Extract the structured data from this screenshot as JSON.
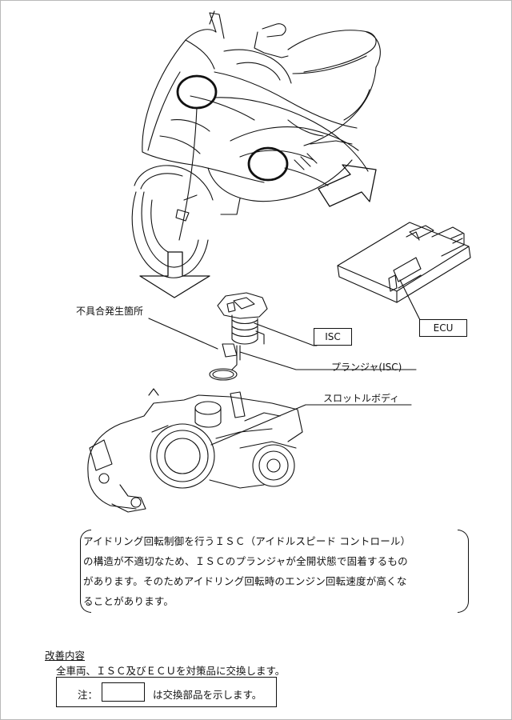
{
  "labels": {
    "defect": "不具合発生箇所",
    "isc": "ISC",
    "ecu": "ECU",
    "plunger": "プランジャ(ISC)",
    "throttle": "スロットルボディ"
  },
  "description": [
    "アイドリング回転制御を行うＩＳＣ（アイドルスピード コントロール）",
    "の構造が不適切なため、ＩＳＣのプランジャが全開状態で固着するもの",
    "があります。そのためアイドリング回転時のエンジン回転速度が高くな",
    "ることがあります。"
  ],
  "improvement": {
    "title": "改善内容",
    "text": "全車両、ＩＳＣ及びＥＣＵを対策品に交換します。",
    "note_prefix": "注：",
    "note_suffix": "は交換部品を示します。"
  }
}
